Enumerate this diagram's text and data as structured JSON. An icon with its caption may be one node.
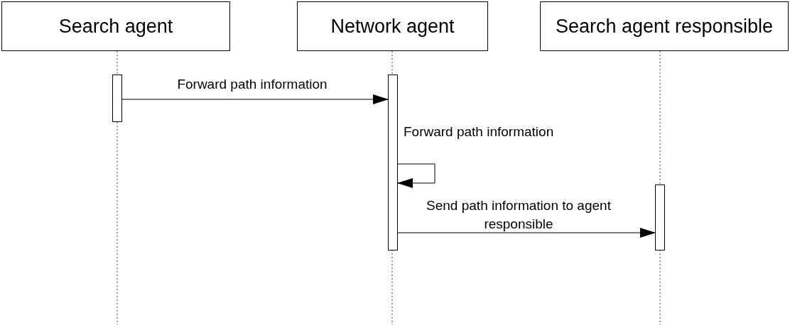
{
  "diagram": {
    "nodes": [
      {
        "text": [
          "Search agent"
        ]
      },
      {
        "text": [
          "Network agent"
        ]
      },
      {
        "text": [
          "Search agent responsible"
        ]
      },
      {
        "text": [],
        "shape": "bar"
      },
      {
        "text": [],
        "shape": "bar"
      },
      {
        "text": [],
        "shape": "bar"
      }
    ],
    "edges": [
      {
        "from": 3,
        "to": 4,
        "arrow": "to",
        "label": "Forward path information"
      },
      {
        "from": 4,
        "to": 4,
        "arrow": "to",
        "label": "Forward path information"
      },
      {
        "from": 4,
        "to": 5,
        "arrow": "to",
        "label": "Send path information to agent responsible"
      }
    ]
  }
}
